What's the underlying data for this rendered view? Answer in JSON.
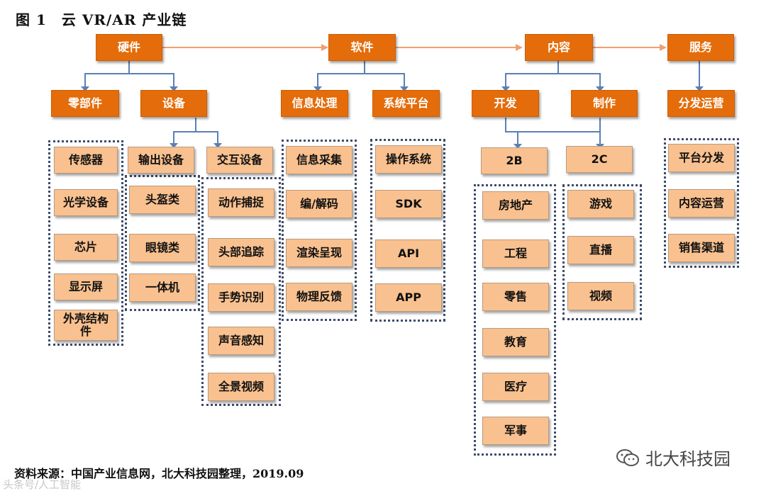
{
  "title": "图 1　云 VR/AR 产业链",
  "categories": {
    "hardware": "硬件",
    "software": "软件",
    "content": "内容",
    "service": "服务"
  },
  "sub": {
    "components": "零部件",
    "devices": "设备",
    "info_processing": "信息处理",
    "system_platform": "系统平台",
    "development": "开发",
    "production": "制作",
    "distribution_ops": "分发运营"
  },
  "device_types": {
    "output": "输出设备",
    "interaction": "交互设备"
  },
  "lists": {
    "components": [
      "传感器",
      "光学设备",
      "芯片",
      "显示屏",
      "外壳结构件"
    ],
    "output": [
      "头盔类",
      "眼镜类",
      "一体机"
    ],
    "interaction": [
      "动作捕捉",
      "头部追踪",
      "手势识别",
      "声音感知",
      "全景视频"
    ],
    "info_processing": [
      "信息采集",
      "编/解码",
      "渲染呈现",
      "物理反馈"
    ],
    "system_platform": [
      "操作系统",
      "SDK",
      "API",
      "APP"
    ],
    "b2b_label": "2B",
    "b2c_label": "2C",
    "b2b": [
      "房地产",
      "工程",
      "零售",
      "教育",
      "医疗",
      "军事"
    ],
    "b2c": [
      "游戏",
      "直播",
      "视频"
    ],
    "distribution_ops": [
      "平台分发",
      "内容运营",
      "销售渠道"
    ]
  },
  "source": "资料来源：中国产业信息网，北大科技园整理，2019.09",
  "watermark_left": "头条号/人工智能",
  "watermark_right": "北大科技园",
  "colors": {
    "category": "#e46c0a",
    "leaf": "#f9c18f",
    "arrow": "#5b7fb5",
    "dotted_border": "#3d4b6a"
  }
}
